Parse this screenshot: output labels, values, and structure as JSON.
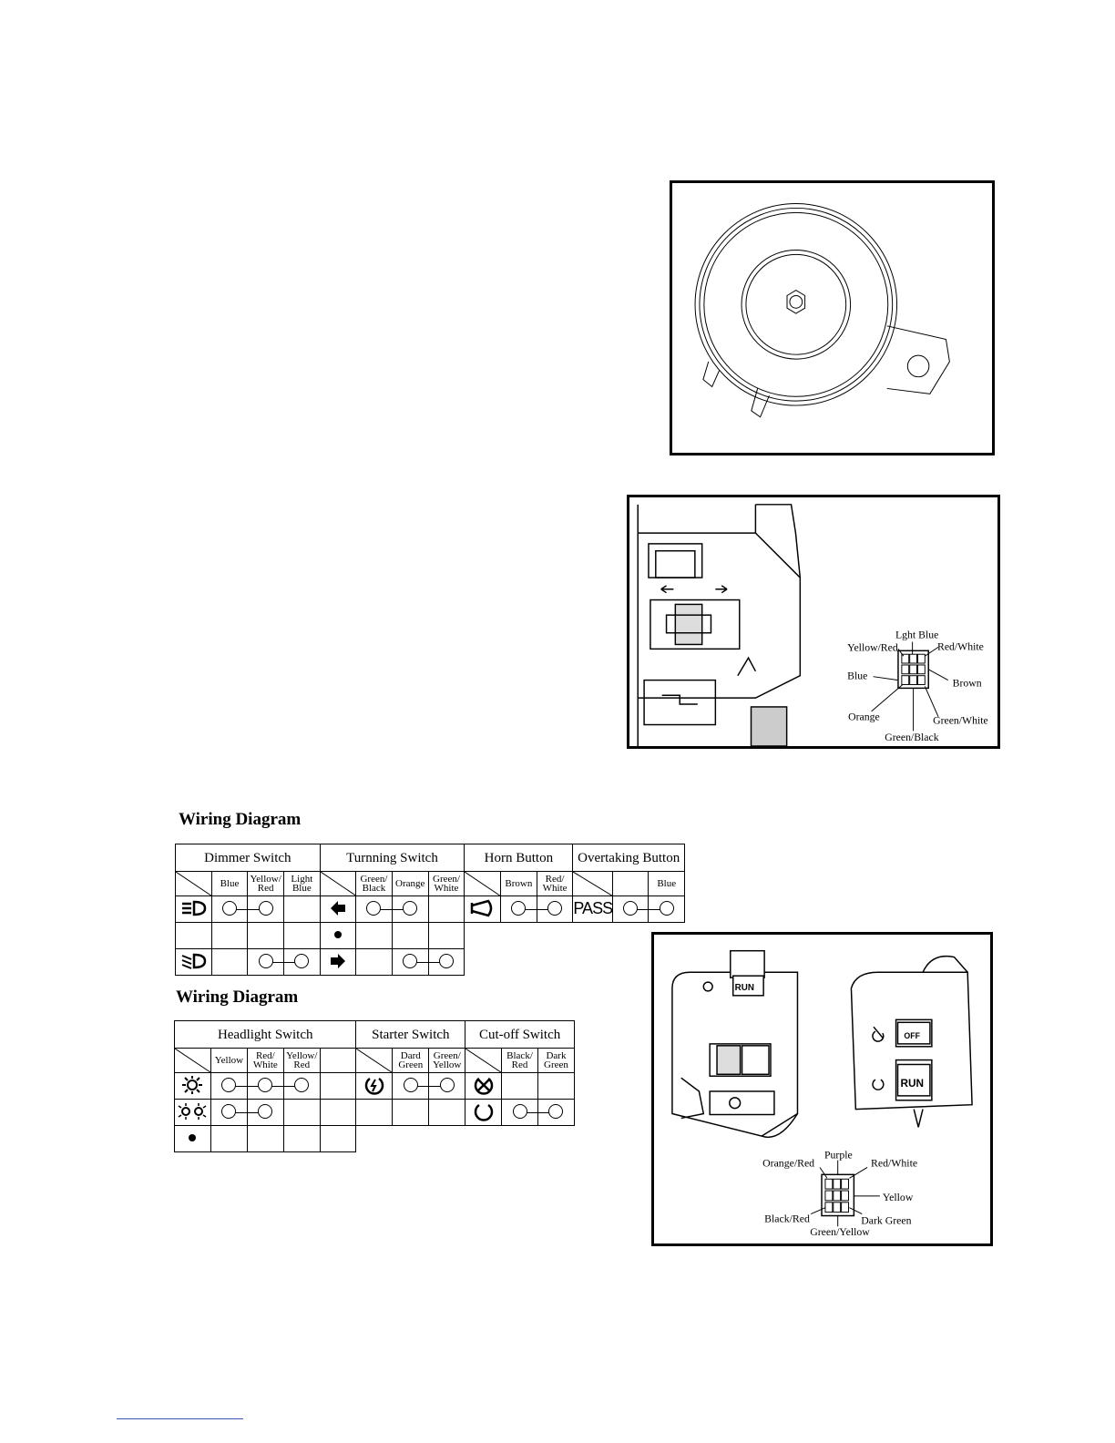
{
  "switch_diagram_1": {
    "labels": {
      "light_blue": "Lght Blue",
      "yellow_red": "Yellow/Red",
      "red_white": "Red/White",
      "blue": "Blue",
      "brown": "Brown",
      "orange": "Orange",
      "green_white": "Green/White",
      "green_black": "Green/Black"
    }
  },
  "switch_diagram_2": {
    "run_label": "RUN",
    "off_label": "OFF",
    "labels": {
      "purple": "Purple",
      "orange_red": "Orange/Red",
      "red_white": "Red/White",
      "yellow": "Yellow",
      "black_red": "Black/Red",
      "dark_green": "Dark Green",
      "green_yellow": "Green/Yellow"
    }
  },
  "wiring_table_1": {
    "heading": "Wiring Diagram",
    "groups": [
      "Dimmer Switch",
      "Turnning Switch",
      "Horn Button",
      "Overtaking Button"
    ],
    "columns": {
      "dimmer": [
        "Blue",
        "Yellow/ Red",
        "Light Blue"
      ],
      "turning": [
        "Green/ Black",
        "Orange",
        "Green/ White"
      ],
      "horn": [
        "Brown",
        "Red/ White"
      ],
      "overtaking": [
        "",
        "Blue"
      ]
    },
    "pass_label": "PASS",
    "icons": [
      "high-beam",
      "low-beam",
      "turn-left",
      "turn-neutral",
      "turn-right",
      "horn",
      "pass"
    ]
  },
  "wiring_table_2": {
    "heading": "Wiring Diagram",
    "groups": [
      "Headlight Switch",
      "Starter Switch",
      "Cut-off Switch"
    ],
    "columns": {
      "headlight": [
        "Yellow",
        "Red/ White",
        "Yellow/ Red",
        ""
      ],
      "starter": [
        "Dard Green",
        "Green/ Yellow"
      ],
      "cutoff": [
        "Black/ Red",
        "Dark Green"
      ]
    },
    "icons": [
      "headlight-on",
      "position-light",
      "headlight-off",
      "starter",
      "engine-stop",
      "engine-run"
    ]
  }
}
